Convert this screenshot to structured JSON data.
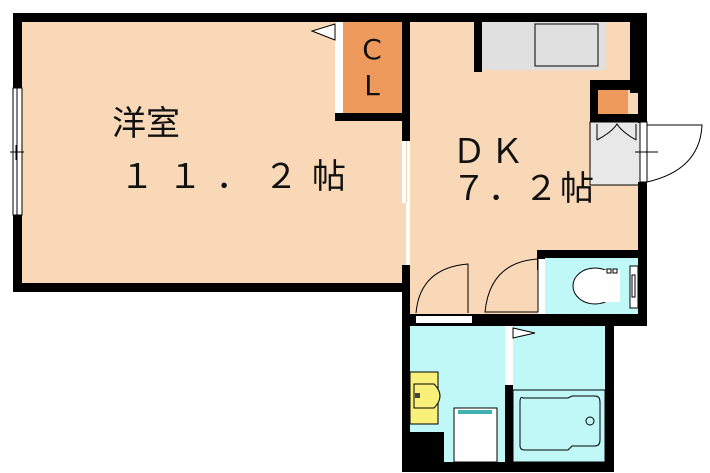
{
  "rooms": {
    "western_room": {
      "name": "洋室",
      "size": "１１．２帖"
    },
    "dk": {
      "name": "ＤＫ",
      "size": "７．２帖"
    },
    "closet": {
      "line1": "C",
      "line2": "L"
    }
  },
  "colors": {
    "floor_room": "#f9d8b8",
    "closet": "#ed9a5c",
    "wet_area": "#c0f8f8",
    "counter": "#e0e0e0",
    "vanity": "#f8f078",
    "washer_accent": "#40b0b0",
    "wall": "#000000",
    "entry": "#e8e8e8"
  }
}
